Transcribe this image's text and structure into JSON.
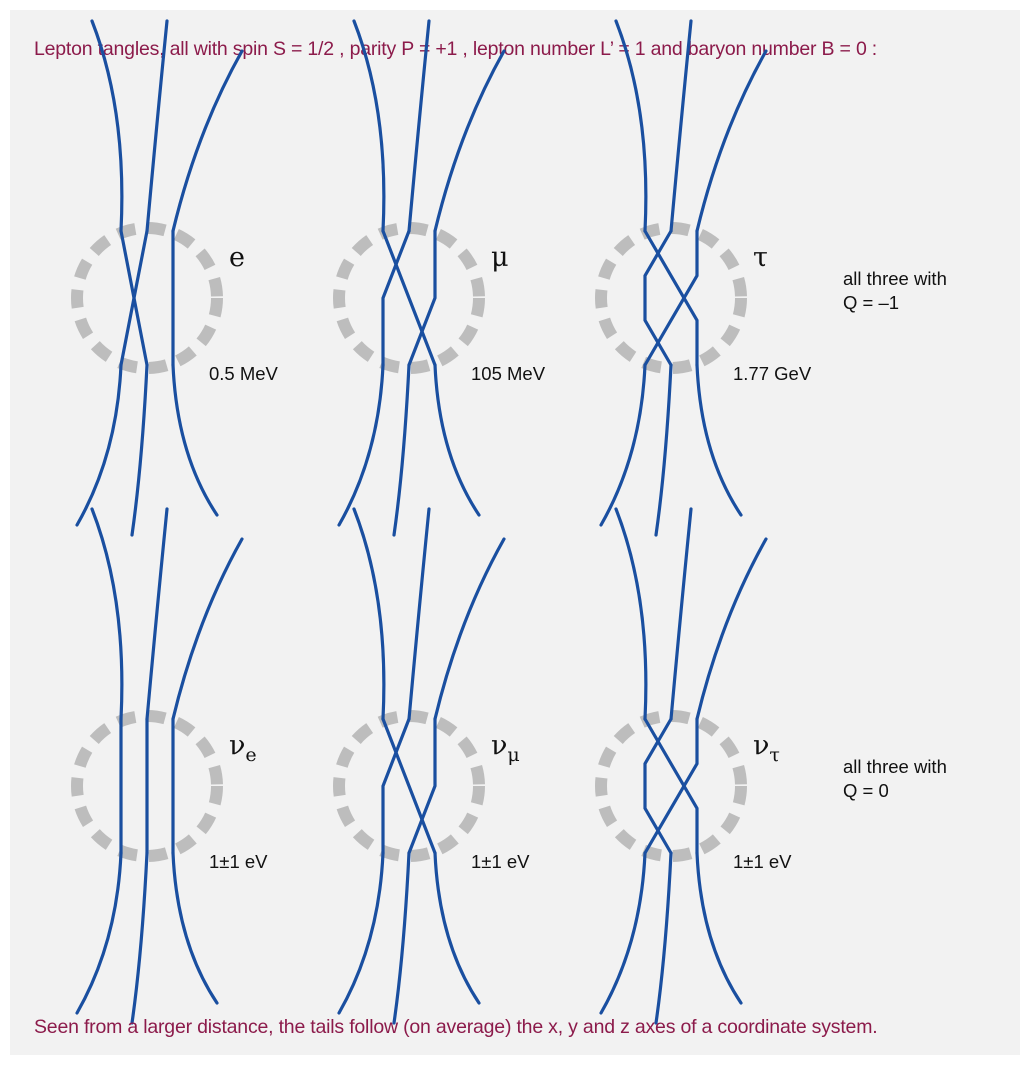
{
  "header": "Lepton tangles, all with spin S = 1/2 , parity P = +1 , lepton number L’ = 1 and baryon number B = 0 :",
  "footer": "Seen from a larger distance, the tails follow (on average) the x, y and z axes of a coordinate system.",
  "colors": {
    "strand": "#1a4fa0",
    "ring": "#bdbdbd",
    "caption": "#8c1b4b",
    "panel": "#f2f2f2"
  },
  "rows": [
    {
      "charge_note": [
        "all three with",
        "Q = –1"
      ],
      "tangles": [
        {
          "symbol": "e",
          "subscript": "",
          "mass": "0.5 MeV",
          "crossings": 1
        },
        {
          "symbol": "μ",
          "subscript": "",
          "mass": "105 MeV",
          "crossings": 2
        },
        {
          "symbol": "τ",
          "subscript": "",
          "mass": "1.77 GeV",
          "crossings": 3
        }
      ]
    },
    {
      "charge_note": [
        "all three with",
        "Q = 0"
      ],
      "tangles": [
        {
          "symbol": "ν",
          "subscript": "e",
          "mass": "1±1 eV",
          "crossings": 0
        },
        {
          "symbol": "ν",
          "subscript": "μ",
          "mass": "1±1 eV",
          "crossings": 2
        },
        {
          "symbol": "ν",
          "subscript": "τ",
          "mass": "1±1 eV",
          "crossings": 3
        }
      ]
    }
  ]
}
